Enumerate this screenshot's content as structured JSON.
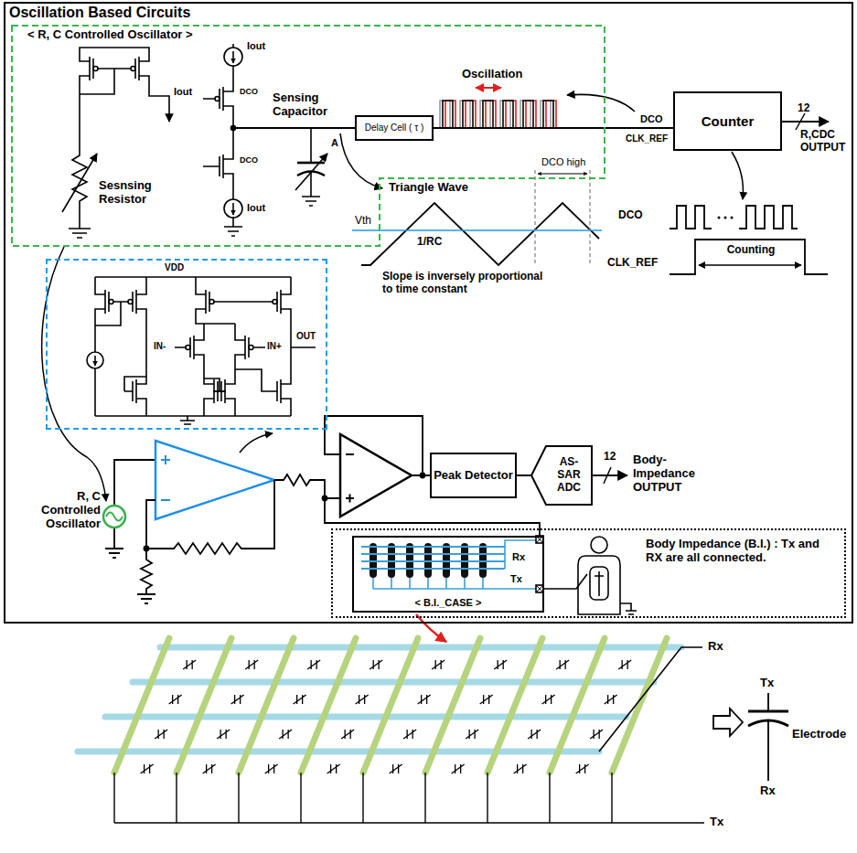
{
  "diagram": {
    "nodes": [
      {
        "text": [
          "Oscillation Based Circuits"
        ]
      },
      {
        "text": [
          "< R, C Controlled Oscillator >"
        ],
        "in": 0
      },
      {
        "text": [
          "Delay Cell ( τ )"
        ],
        "in": 1
      },
      {
        "text": [
          "Counter"
        ],
        "in": 0
      },
      {
        "text": [
          "VDD",
          "IN-",
          "IN+",
          "OUT"
        ],
        "in": 0
      },
      {
        "text": [
          "Peak Detector"
        ],
        "in": 0
      },
      {
        "text": [
          "AS- SAR ADC"
        ],
        "in": 0
      },
      {
        "text": [
          "Body Impedance (B.I.) : Tx and RX are all connected."
        ],
        "in": 0
      },
      {
        "text": [
          "< B.I._CASE >",
          "Rx",
          "Tx"
        ],
        "in": 7
      }
    ],
    "edges": [
      {
        "from": 2,
        "to": 3,
        "arrow": "none"
      },
      {
        "from": 5,
        "to": 6,
        "arrow": "none"
      }
    ],
    "labels": [
      "Iout",
      "Iout",
      "DCO",
      "DCO",
      "Iout",
      "Sesnsing Resistor",
      "Sensing Capacitor",
      "A",
      "Oscillation",
      "DCO",
      "CLK_REF",
      "12",
      "R,CDC OUTPUT",
      "Triangle Wave",
      "Vth",
      "1/RC",
      "Slope is inversely proportional to time constant",
      "DCO high",
      "DCO",
      "CLK_REF",
      "Counting",
      "R, C Controlled Oscillator",
      "12",
      "Body- Impedance OUTPUT",
      "Rx",
      "Tx",
      "Tx",
      "Electrode",
      "Rx"
    ]
  }
}
